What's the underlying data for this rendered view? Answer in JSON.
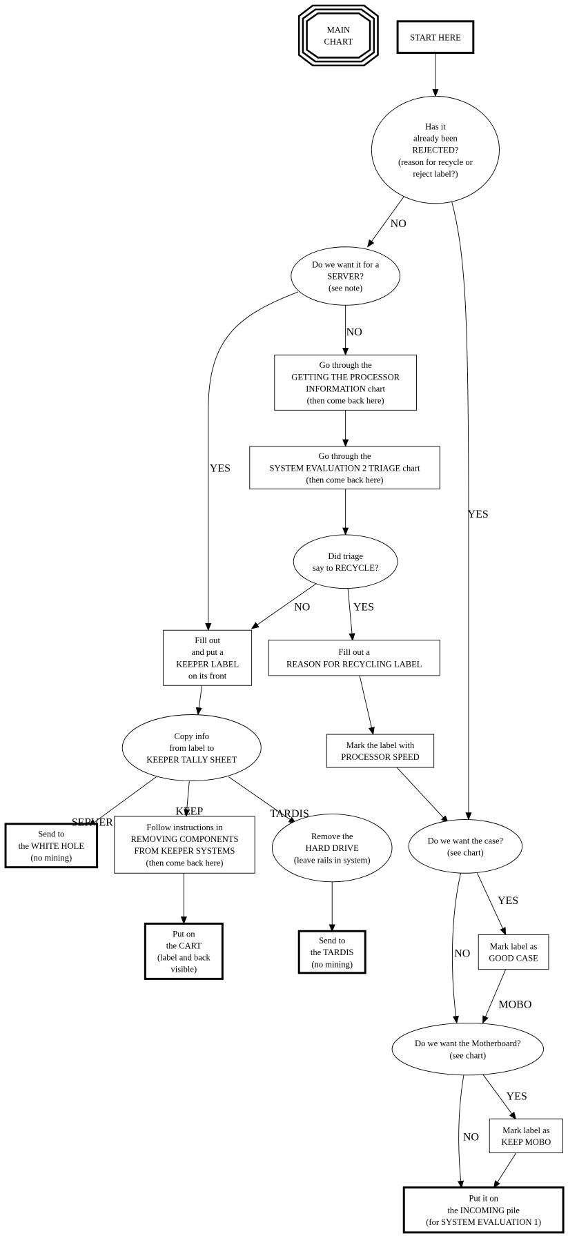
{
  "nodes": {
    "main_chart": {
      "shape": "tripleoctagon",
      "lines": [
        "MAIN",
        "CHART"
      ]
    },
    "start": {
      "shape": "box-bold",
      "lines": [
        "START HERE"
      ]
    },
    "rejected": {
      "shape": "ellipse",
      "lines": [
        "Has it",
        "already been",
        "REJECTED?",
        "(reason for recycle or",
        "reject label?)"
      ]
    },
    "server": {
      "shape": "ellipse",
      "lines": [
        "Do we want it for a",
        "SERVER?",
        "(see note)"
      ]
    },
    "processor_info": {
      "shape": "box",
      "lines": [
        "Go through the",
        "GETTING THE PROCESSOR",
        "INFORMATION chart",
        "(then come back here)"
      ]
    },
    "triage_chart": {
      "shape": "box",
      "lines": [
        "Go through the",
        "SYSTEM EVALUATION 2 TRIAGE chart",
        "(then come back here)"
      ]
    },
    "recycle_q": {
      "shape": "ellipse",
      "lines": [
        "Did triage",
        "say to RECYCLE?"
      ]
    },
    "keeper_label": {
      "shape": "box",
      "lines": [
        "Fill out",
        "and put a",
        "KEEPER LABEL",
        "on its front"
      ]
    },
    "recycling_label": {
      "shape": "box",
      "lines": [
        "Fill out a",
        "REASON FOR RECYCLING LABEL"
      ]
    },
    "copy_info": {
      "shape": "ellipse",
      "lines": [
        "Copy info",
        "from label to",
        "KEEPER TALLY SHEET"
      ]
    },
    "processor_speed": {
      "shape": "box",
      "lines": [
        "Mark the label with",
        "PROCESSOR SPEED"
      ]
    },
    "white_hole": {
      "shape": "box-bold",
      "lines": [
        "Send to",
        "the WHITE HOLE",
        "(no mining)"
      ]
    },
    "removing_components": {
      "shape": "box",
      "lines": [
        "Follow instructions in",
        "REMOVING COMPONENTS",
        "FROM KEEPER SYSTEMS",
        "(then come back here)"
      ]
    },
    "hard_drive": {
      "shape": "ellipse",
      "lines": [
        "Remove the",
        "HARD DRIVE",
        "(leave rails in system)"
      ]
    },
    "case_q": {
      "shape": "ellipse",
      "lines": [
        "Do we want the case?",
        "(see chart)"
      ]
    },
    "cart": {
      "shape": "box-bold",
      "lines": [
        "Put on",
        "the CART",
        "(label and back",
        "visible)"
      ]
    },
    "tardis": {
      "shape": "box-bold",
      "lines": [
        "Send to",
        "the TARDIS",
        "(no mining)"
      ]
    },
    "good_case": {
      "shape": "box",
      "lines": [
        "Mark label as",
        "GOOD CASE"
      ]
    },
    "mobo_q": {
      "shape": "ellipse",
      "lines": [
        "Do we want the Motherboard?",
        "(see chart)"
      ]
    },
    "keep_mobo": {
      "shape": "box",
      "lines": [
        "Mark label as",
        "KEEP MOBO"
      ]
    },
    "incoming": {
      "shape": "box-bold",
      "lines": [
        "Put it on",
        "the INCOMING pile",
        "(for SYSTEM EVALUATION 1)"
      ]
    }
  },
  "edges": [
    {
      "from": "start",
      "to": "rejected",
      "label": ""
    },
    {
      "from": "rejected",
      "to": "server",
      "label": "NO"
    },
    {
      "from": "rejected",
      "to": "case_q",
      "label": "YES"
    },
    {
      "from": "server",
      "to": "keeper_label",
      "label": "YES"
    },
    {
      "from": "server",
      "to": "processor_info",
      "label": "NO"
    },
    {
      "from": "processor_info",
      "to": "triage_chart",
      "label": ""
    },
    {
      "from": "triage_chart",
      "to": "recycle_q",
      "label": ""
    },
    {
      "from": "recycle_q",
      "to": "keeper_label",
      "label": "NO"
    },
    {
      "from": "recycle_q",
      "to": "recycling_label",
      "label": "YES"
    },
    {
      "from": "keeper_label",
      "to": "copy_info",
      "label": ""
    },
    {
      "from": "recycling_label",
      "to": "processor_speed",
      "label": ""
    },
    {
      "from": "processor_speed",
      "to": "case_q",
      "label": ""
    },
    {
      "from": "copy_info",
      "to": "white_hole",
      "label": "SERVER"
    },
    {
      "from": "copy_info",
      "to": "removing_components",
      "label": "KEEP"
    },
    {
      "from": "copy_info",
      "to": "hard_drive",
      "label": "TARDIS"
    },
    {
      "from": "removing_components",
      "to": "cart",
      "label": ""
    },
    {
      "from": "hard_drive",
      "to": "tardis",
      "label": ""
    },
    {
      "from": "case_q",
      "to": "good_case",
      "label": "YES"
    },
    {
      "from": "case_q",
      "to": "mobo_q",
      "label": "NO"
    },
    {
      "from": "good_case",
      "to": "mobo_q",
      "label": "MOBO"
    },
    {
      "from": "mobo_q",
      "to": "keep_mobo",
      "label": "YES"
    },
    {
      "from": "mobo_q",
      "to": "incoming",
      "label": "NO"
    },
    {
      "from": "keep_mobo",
      "to": "incoming",
      "label": ""
    }
  ]
}
